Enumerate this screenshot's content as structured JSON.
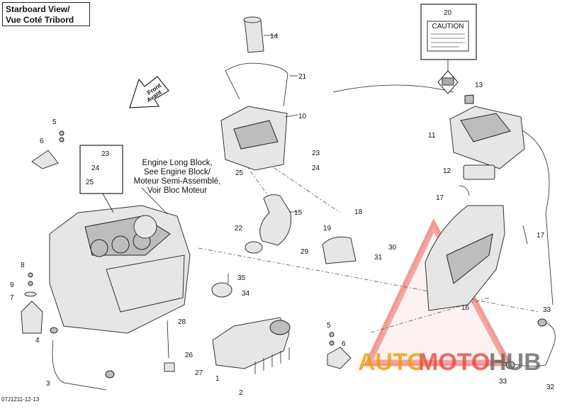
{
  "view_title": {
    "line1": "Starboard View/",
    "line2": "Vue Coté Tribord"
  },
  "front_arrow": {
    "line1": "Front",
    "line2": "Avant"
  },
  "engine_note": {
    "line1": "Engine Long Block,",
    "line2": "See Engine Block/",
    "line3": "Moteur Semi-Assemblé,",
    "line4": "Voir Bloc Moteur"
  },
  "drawing_id": "07J1211-12-13",
  "label_20_text": "CAUTION",
  "watermark": {
    "part1": "AUTO",
    "part2": "MOTO",
    "part3": "HUB",
    "colors": {
      "auto": "#f29a00",
      "moto": "#e8483f",
      "hub": "#666666",
      "triangle": "#e8483f"
    }
  },
  "callouts": [
    "1",
    "2",
    "3",
    "4",
    "5",
    "6",
    "7",
    "8",
    "9",
    "10",
    "11",
    "12",
    "13",
    "14",
    "15",
    "16",
    "17",
    "17",
    "18",
    "19",
    "20",
    "21",
    "22",
    "23",
    "23",
    "24",
    "24",
    "25",
    "25",
    "26",
    "27",
    "28",
    "29",
    "30",
    "31",
    "32",
    "33",
    "33",
    "34",
    "35",
    "5",
    "6"
  ]
}
